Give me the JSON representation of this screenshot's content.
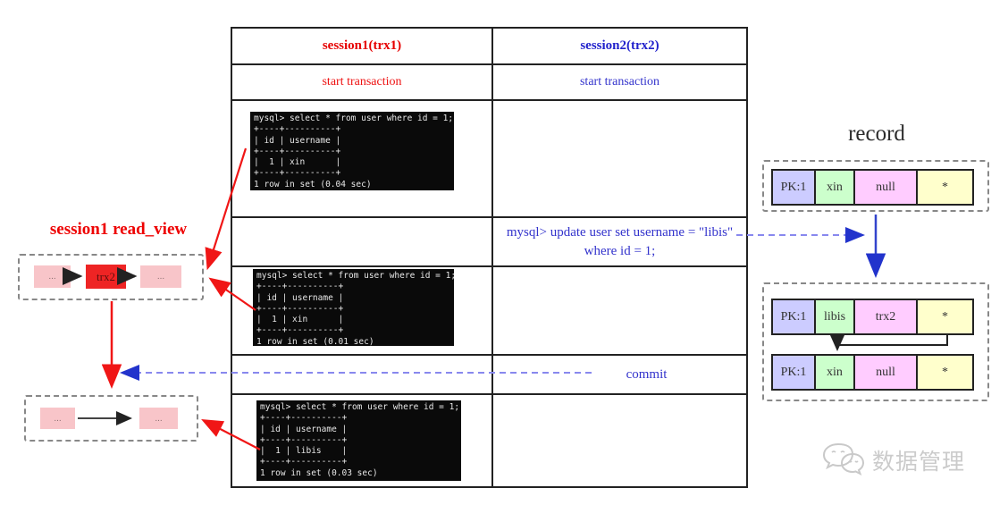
{
  "colors": {
    "session1_red": "#e60000",
    "session2_blue": "#2222cc",
    "arrow_red": "#f01616",
    "arrow_blue": "#2233cc",
    "dashed_blue": "#8888ee",
    "pink_box": "#f8c5c9",
    "trx_box_red": "#ee2424",
    "cell_lavender": "#ccccff",
    "cell_green": "#ccffcc",
    "cell_magenta": "#ffccff",
    "cell_yellow": "#ffffcc",
    "terminal_bg": "#0a0a0a"
  },
  "table": {
    "header": {
      "session1": "session1(trx1)",
      "session2": "session2(trx2)"
    },
    "start_row": {
      "session1": "start transaction",
      "session2": "start transaction"
    },
    "update": {
      "line1": "mysql> update user set username = \"libis\"",
      "line2": "where id = 1;"
    },
    "commit_label": "commit"
  },
  "terminals": {
    "t1": "mysql> select * from user where id = 1;\n+----+----------+\n| id | username |\n+----+----------+\n|  1 | xin      |\n+----+----------+\n1 row in set (0.04 sec)",
    "t2": "mysql> select * from user where id = 1;\n+----+----------+\n| id | username |\n+----+----------+\n|  1 | xin      |\n+----+----------+\n1 row in set (0.01 sec)",
    "t3": "mysql> select * from user where id = 1;\n+----+----------+\n| id | username |\n+----+----------+\n|  1 | libis    |\n+----+----------+\n1 row in set (0.03 sec)"
  },
  "read_view": {
    "title": "session1 read_view",
    "chain1": [
      "...",
      "trx2",
      "..."
    ],
    "chain2": [
      "...",
      "..."
    ]
  },
  "record": {
    "title": "record",
    "current": [
      "PK:1",
      "xin",
      "null",
      "*"
    ],
    "version_new": [
      "PK:1",
      "libis",
      "trx2",
      "*"
    ],
    "version_old": [
      "PK:1",
      "xin",
      "null",
      "*"
    ]
  },
  "watermark": "数据管理"
}
